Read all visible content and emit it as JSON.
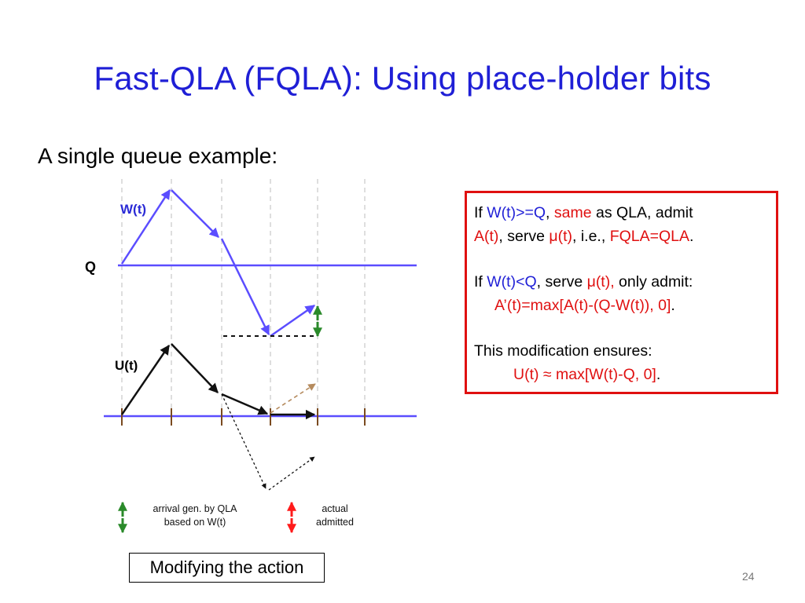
{
  "slide": {
    "title": "Fast-QLA (FQLA): Using place-holder bits",
    "subtitle": "A single queue example:",
    "page_number": "24"
  },
  "diagram": {
    "w_label": "W(t)",
    "q_label": "Q",
    "u_label": "U(t)",
    "legend_green": [
      "arrival gen. by QLA",
      "based on W(t)"
    ],
    "legend_red": [
      "actual",
      "admitted"
    ],
    "colors": {
      "blue_line": "#5b4dff",
      "green": "#2a8a2a",
      "red": "#ff1a1a",
      "brown": "#b58b5e",
      "tick": "#7a4a20"
    }
  },
  "notes": {
    "line1": [
      "If ",
      "W(t)>=Q",
      ", ",
      "same",
      " as QLA, admit"
    ],
    "line2": [
      "A(t)",
      ", serve ",
      "μ(t)",
      ", i.e., ",
      "FQLA=QLA",
      "."
    ],
    "line3": [
      "If ",
      "W(t)<Q",
      ", serve ",
      "μ(t),",
      " only admit:"
    ],
    "line4": [
      "A’(t)=max[A(t)-(Q-W(t)), 0]",
      "."
    ],
    "line5": "This modification ensures:",
    "line6": [
      "U(t) ≈ max[W(t)-Q, 0]",
      "."
    ]
  },
  "caption": "Modifying the action"
}
